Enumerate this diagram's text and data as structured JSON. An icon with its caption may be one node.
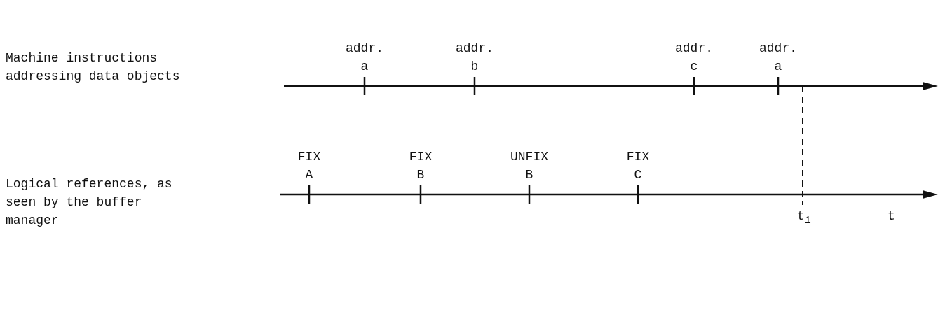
{
  "diagram": {
    "labels": [
      "Machine instructions addressing data objects",
      "addr. a",
      "addr. b",
      "addr. c",
      "addr. a",
      "Logical references, as seen by the buffer manager",
      "FIX A",
      "FIX B",
      "UNFIX B",
      "FIX C",
      "t$_{1}$",
      "t"
    ]
  }
}
